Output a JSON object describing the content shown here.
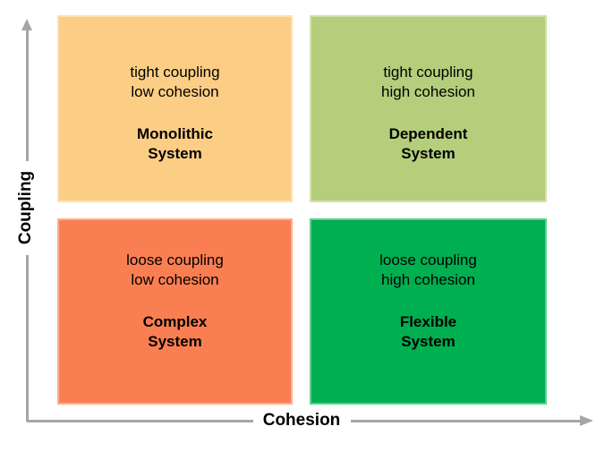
{
  "axes": {
    "y_label": "Coupling",
    "x_label": "Cohesion",
    "axis_color": "#A6A6A6"
  },
  "quadrants": {
    "top_left": {
      "desc1": "tight coupling",
      "desc2": "low cohesion",
      "name1": "Monolithic",
      "name2": "System",
      "color": "#FCCE85"
    },
    "top_right": {
      "desc1": "tight coupling",
      "desc2": "high cohesion",
      "name1": "Dependent",
      "name2": "System",
      "color": "#B5CE7B"
    },
    "bottom_left": {
      "desc1": "loose coupling",
      "desc2": "low cohesion",
      "name1": "Complex",
      "name2": "System",
      "color": "#F97F52"
    },
    "bottom_right": {
      "desc1": "loose coupling",
      "desc2": "high cohesion",
      "name1": "Flexible",
      "name2": "System",
      "color": "#00AF50"
    }
  }
}
